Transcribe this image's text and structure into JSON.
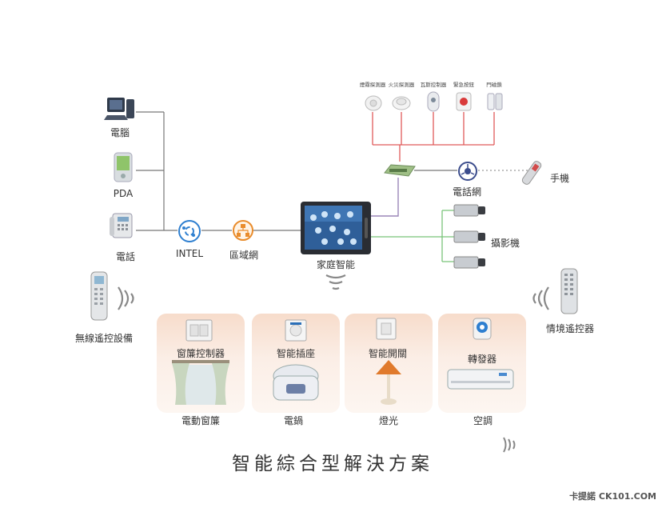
{
  "devices": {
    "computer": "電腦",
    "pda": "PDA",
    "phone": "電話",
    "intel": "INTEL",
    "lan": "區域網",
    "home_panel": "家庭智能",
    "tel_network": "電話網",
    "mobile": "手機",
    "camera": "攝影機",
    "wireless_remote": "無線遙控設備",
    "scene_remote": "情境遙控器"
  },
  "sensors": [
    "煙霧探測器",
    "火災探測器",
    "瓦斯控制器",
    "緊急按鈕",
    "門磁鎖"
  ],
  "cards": [
    {
      "top": "窗簾控制器",
      "bottom": "電動窗簾"
    },
    {
      "top": "智能插座",
      "bottom": "電鍋"
    },
    {
      "top": "智能開關",
      "bottom": "燈光"
    },
    {
      "top": "轉發器",
      "bottom": "空調"
    }
  ],
  "title": "智能綜合型解決方案",
  "watermark": "卡提諾 CK101.COM",
  "colors": {
    "line_gray": "#777777",
    "line_red": "#e05a5a",
    "line_green": "#79c479",
    "line_purple": "#9b86b8",
    "accent_blue": "#2e7fd0",
    "accent_orange": "#e98c2c"
  }
}
